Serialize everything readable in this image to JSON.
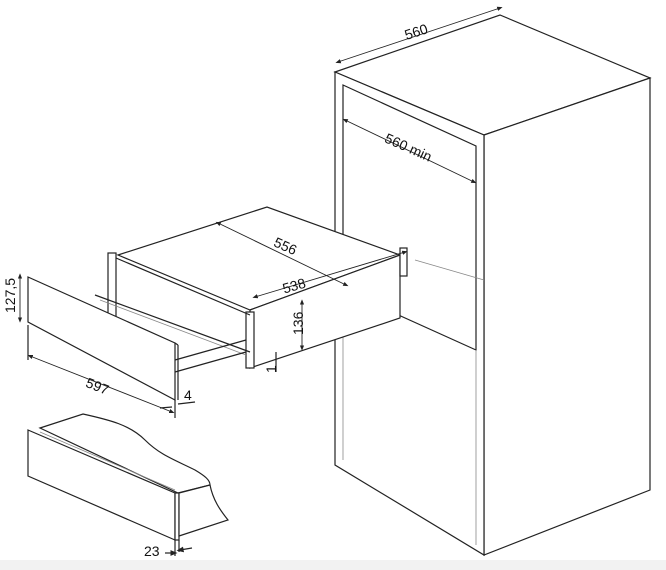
{
  "dimensions": {
    "cabinet_width": "560",
    "niche_min_width": "560 min",
    "box_depth": "556",
    "box_width": "538",
    "box_height": "136",
    "bottom_gap": "1",
    "front_height": "127,5",
    "front_width": "597",
    "front_offset": "4",
    "front_thickness": "23"
  }
}
